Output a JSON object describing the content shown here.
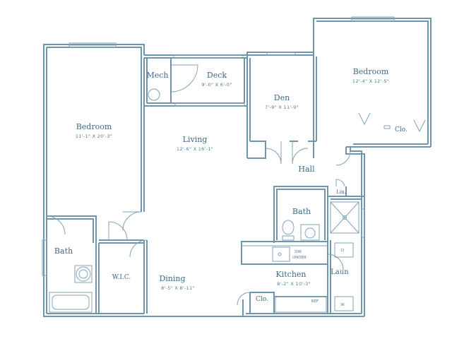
{
  "rooms": {
    "bedroom_left": {
      "name": "Bedroom",
      "dims": "11'-1\" X 20'-3\""
    },
    "mech": {
      "name": "Mech"
    },
    "deck": {
      "name": "Deck",
      "dims": "9'-0\" X 6'-0\""
    },
    "den": {
      "name": "Den",
      "dims": "7'-9\" X 11'-9\""
    },
    "bedroom_right": {
      "name": "Bedroom",
      "dims": "12'-4\" X 12'-5\""
    },
    "closet_right": {
      "name": "Clo."
    },
    "living": {
      "name": "Living",
      "dims": "12'-6\" X 16'-1\""
    },
    "hall": {
      "name": "Hall"
    },
    "linen": {
      "name": "Lin."
    },
    "bath_center": {
      "name": "Bath"
    },
    "bath_left": {
      "name": "Bath"
    },
    "wic": {
      "name": "W.I.C."
    },
    "dining": {
      "name": "Dining",
      "dims": "8'-5\" X 8'-11\""
    },
    "kitchen": {
      "name": "Kitchen",
      "dims": "8'-2\" X 10'-3\""
    },
    "closet_kitchen": {
      "name": "Clo."
    },
    "laundry": {
      "name": "Laun"
    }
  },
  "fixtures": {
    "dw_label": "DW",
    "under_label": "UNDER",
    "ref_label": "REF",
    "dryer_label": "D",
    "washer_label": "W"
  },
  "colors": {
    "wall": "#6f95ad",
    "label": "#3e6a86"
  }
}
